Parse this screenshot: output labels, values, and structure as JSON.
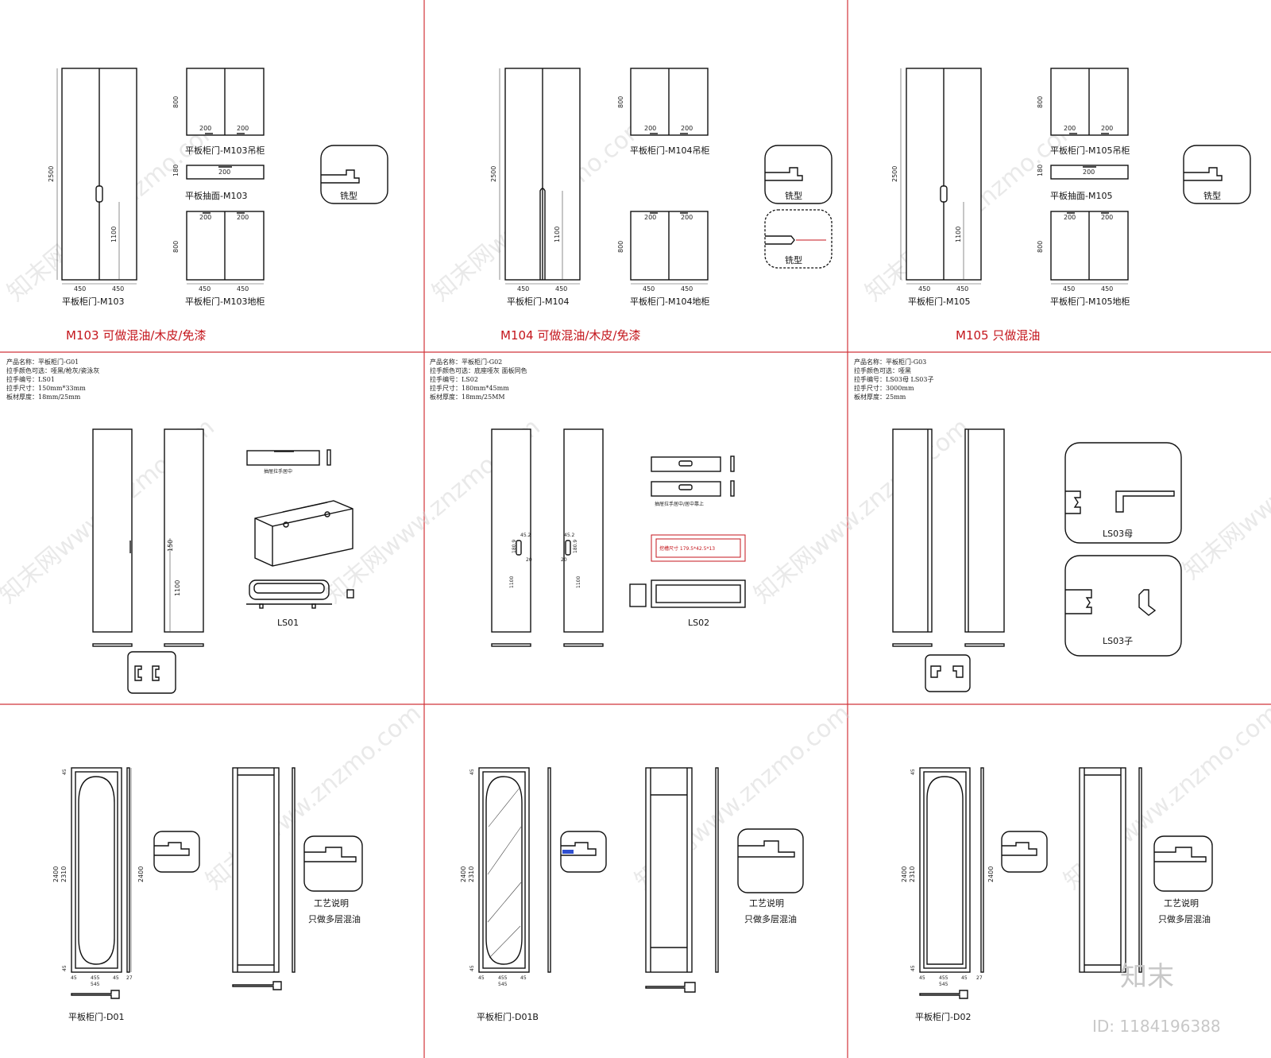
{
  "top": {
    "m103": {
      "tall_label": "平板柜门-M103",
      "h2500": "2500",
      "h1100": "1100",
      "w1": "450",
      "w2": "450",
      "wall_label": "平板柜门-M103吊柜",
      "wall_h": "800",
      "wall_w1": "200",
      "wall_w2": "200",
      "drawer_label": "平板抽面-M103",
      "drawer_h": "180",
      "drawer_w": "200",
      "base_label": "平板柜门-M103地柜",
      "base_h": "800",
      "base_t1": "200",
      "base_t2": "200",
      "base_w1": "450",
      "base_w2": "450",
      "mill": "铣型",
      "note": "M103 可做混油/木皮/免漆"
    },
    "m104": {
      "tall_label": "平板柜门-M104",
      "h2500": "2500",
      "h1100": "1100",
      "w1": "450",
      "w2": "450",
      "wall_label": "平板柜门-M104吊柜",
      "wall_h": "800",
      "wall_w1": "200",
      "wall_w2": "200",
      "base_label": "平板柜门-M104地柜",
      "base_h": "800",
      "base_t1": "200",
      "base_t2": "200",
      "base_w1": "450",
      "base_w2": "450",
      "mill1": "铣型",
      "mill2": "铣型",
      "note": "M104 可做混油/木皮/免漆"
    },
    "m105": {
      "tall_label": "平板柜门-M105",
      "h2500": "2500",
      "h1100": "1100",
      "w1": "450",
      "w2": "450",
      "wall_label": "平板柜门-M105吊柜",
      "wall_h": "800",
      "wall_w1": "200",
      "wall_w2": "200",
      "drawer_label": "平板抽面-M105",
      "drawer_h": "180",
      "drawer_w": "200",
      "base_label": "平板柜门-M105地柜",
      "base_h": "800",
      "base_t1": "200",
      "base_t2": "200",
      "base_w1": "450",
      "base_w2": "450",
      "mill": "铣型",
      "note": "M105 只做混油"
    }
  },
  "middle": {
    "g01": {
      "info": [
        "产品名称：平板柜门-G01",
        "拉手颜色可选：哑黑/枪灰/瓷泳灰",
        "拉手编号：LS01",
        "拉手尺寸：150mm*33mm",
        "板材厚度：18mm/25mm"
      ],
      "d150": "150",
      "d1100": "1100",
      "caption": "抽屉拉手居中",
      "label": "LS01"
    },
    "g02": {
      "info": [
        "产品名称：平板柜门-G02",
        "拉手颜色可选：底座哑灰  面板同色",
        "拉手编号：LS02",
        "拉手尺寸：180mm*45mm",
        "板材厚度：18mm/25MM"
      ],
      "d45a": "45.2",
      "d45b": "45.2",
      "d180a": "180.9",
      "d180b": "180.9",
      "d20a": "20",
      "d20b": "20",
      "d1100a": "1100",
      "d1100b": "1100",
      "caption": "抽屉拉手居中/居中靠上",
      "slot": "挖槽尺寸 179.5*42.5*13",
      "label": "LS02"
    },
    "g03": {
      "info": [
        "产品名称：平板柜门-G03",
        "拉手颜色可选：哑黑",
        "拉手编号：LS03母  LS03子",
        "拉手尺寸：3000mm",
        "板材厚度：25mm"
      ],
      "label_mu": "LS03母",
      "label_zi": "LS03子"
    }
  },
  "bottom": {
    "d01": {
      "h2400": "2400",
      "h2310": "2310",
      "h45t": "45",
      "h45b": "45",
      "w45l": "45",
      "w455": "455",
      "w45r": "45",
      "w545": "545",
      "w27": "27",
      "side2400": "2400",
      "craft": "工艺说明",
      "craft_note": "只做多层混油",
      "label": "平板柜门-D01"
    },
    "d01b": {
      "h2400": "2400",
      "h2310": "2310",
      "h45t": "45",
      "h45b": "45",
      "w45l": "45",
      "w455": "455",
      "w45r": "45",
      "w545": "545",
      "craft": "工艺说明",
      "craft_note": "只做多层混油",
      "label": "平板柜门-D01B"
    },
    "d02": {
      "h2400": "2400",
      "h2310": "2310",
      "h45t": "45",
      "h45b": "45",
      "w45l": "45",
      "w455": "455",
      "w45r": "45",
      "w545": "545",
      "w27": "27",
      "side2400": "2400",
      "craft": "工艺说明",
      "craft_note": "只做多层混油",
      "label": "平板柜门-D02"
    }
  },
  "watermark": {
    "text": "知末网www.znzmo.com",
    "brand": "知末",
    "id": "ID: 1184196388"
  },
  "colors": {
    "grid": "#d1343a",
    "note": "#c4161c",
    "line": "#111111"
  }
}
